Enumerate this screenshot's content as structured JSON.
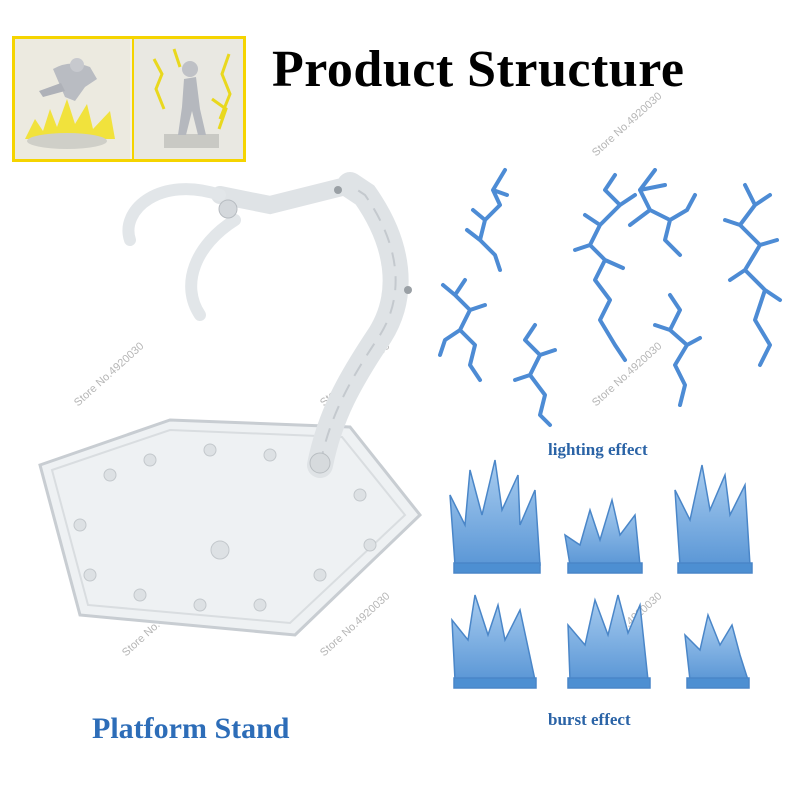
{
  "header": {
    "title": "Product Structure"
  },
  "labels": {
    "platform_stand": "Platform Stand",
    "lighting_effect": "lighting effect",
    "burst_effect": "burst effect"
  },
  "watermark": "Store No.4920030",
  "colors": {
    "title": "#000000",
    "label_blue": "#2d6db8",
    "thumb_border": "#f5d400",
    "effect_blue": "#3a7fd0",
    "burst_fill": "#7fb3e8"
  },
  "images": {
    "thumbnail_1": "figure-burst-effect-photo",
    "thumbnail_2": "figure-lightning-effect-photo",
    "stand": "clear-hexagon-platform-stand",
    "lightning": "blue-lightning-effect-pieces",
    "burst": "blue-burst-effect-pieces"
  }
}
